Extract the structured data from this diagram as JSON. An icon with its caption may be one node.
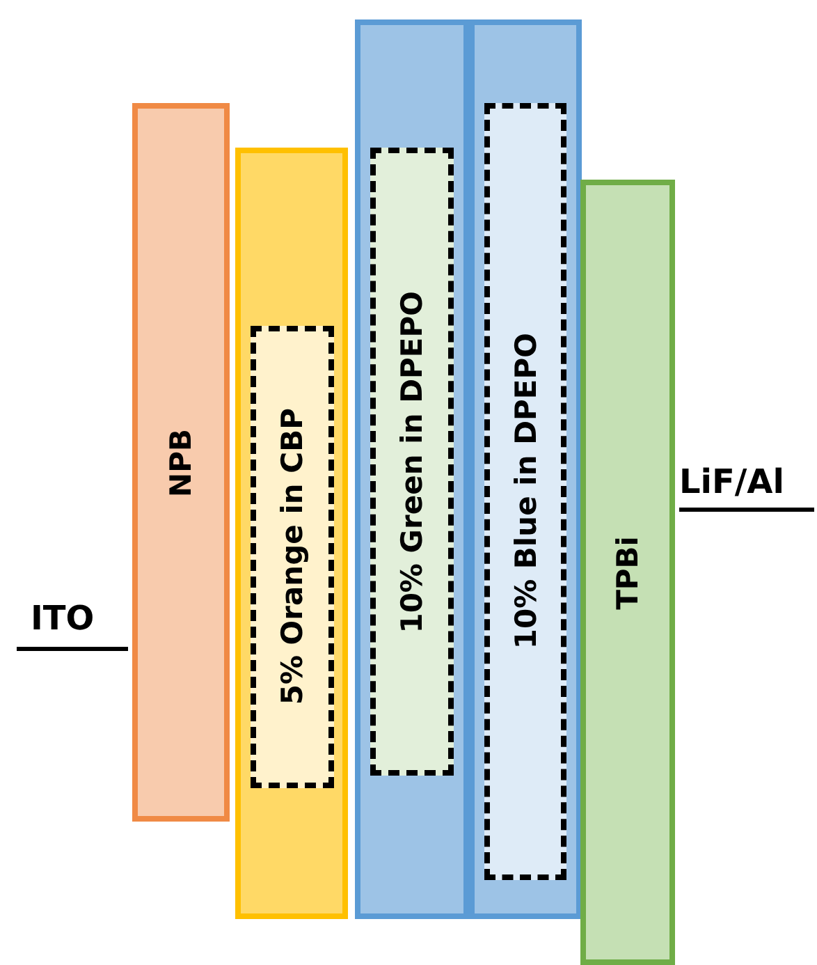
{
  "diagram": {
    "nodes": [
      {
        "text": [
          "NPB"
        ]
      },
      {
        "text": [],
        "shape": "box"
      },
      {
        "text": [
          "5% Orange in CBP"
        ],
        "in": 1
      },
      {
        "text": [],
        "shape": "box"
      },
      {
        "text": [
          "10% Green in DPEPO"
        ],
        "in": 3
      },
      {
        "text": [],
        "shape": "box"
      },
      {
        "text": [
          "10% Blue in DPEPO"
        ],
        "in": 5
      },
      {
        "text": [
          "TPBi"
        ]
      }
    ],
    "labels": [
      "ITO",
      "LiF/Al"
    ]
  }
}
